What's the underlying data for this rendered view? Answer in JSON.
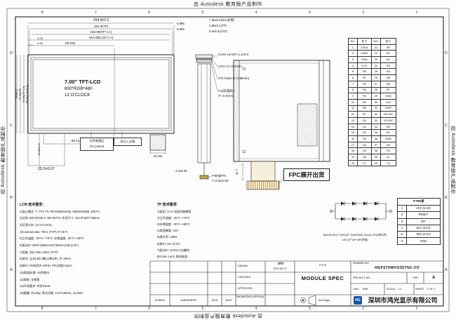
{
  "watermark": {
    "text": "由 Autodesk 教育版产品制作"
  },
  "frame": {
    "cols": [
      "8",
      "7",
      "6",
      "5",
      "4",
      "3",
      "2",
      "1"
    ],
    "rows": [
      "D",
      "C",
      "B",
      "A"
    ]
  },
  "front_view": {
    "title_lines": [
      "7.00\" TFT-LCD",
      "800*RGB*480",
      "12 O'CLOCK"
    ],
    "dim_top_1": "164.9±0.2",
    "dim_top_2": "164.6(TP)",
    "dim_top_3": "156.09(TP V.A)",
    "dim_top_4": "154.08(LCD A.A)",
    "dim_top_5": "83.935",
    "dim_left_rot": [
      "100±0.2",
      "97.56(TP)",
      "93.96(TP V.A)",
      "85.92(LCD A.A)"
    ],
    "dim_tl_1": "4.28",
    "dim_tl_2": "6.18",
    "dim_bottom_1": "68.21±0.5",
    "dim_bottom_2": "25.5±0.07",
    "dim_bottom_3": "23.192",
    "dim_left_bottom": "46.98±0.5",
    "callout_height": [
      "元件限高区",
      "(T≤1.6mm)"
    ],
    "callout_light": "背光入光侧"
  },
  "side_view": {
    "dim_total": "7.85±0.2(3in1总厚)",
    "dim_tp": "1.85±0.1(TP)",
    "dim_lcd": "5.5±0.2(LCD)",
    "dim_a": "6.895",
    "dim_b": "6.805",
    "layer_1": "Cover Lens(T=1.1mm)",
    "layer_2": "LOCA (T=0.2mm)",
    "layer_3": "ITO Glass (T=0.55mm)",
    "layer_4": "0.5(双面胶)",
    "layer_4b": "(T=0.3mm)",
    "fpc_note": [
      "PI补强FPC",
      "T=0.26±0.05"
    ],
    "dim_fpc": "3.3±0.05"
  },
  "back_view": {
    "fpc_label": "FPC展开出货",
    "dim_fpc": "31.7"
  },
  "pin_table": {
    "headers": [
      "NO.",
      "定义",
      "NO.",
      "定义"
    ],
    "rows": [
      [
        "1",
        "LEDA",
        "21",
        "B0"
      ],
      [
        "2",
        "LEDK",
        "22",
        "B1"
      ],
      [
        "3",
        "GND",
        "23",
        "B2"
      ],
      [
        "4",
        "VCC",
        "24",
        "B3"
      ],
      [
        "5",
        "R0",
        "25",
        "B4"
      ],
      [
        "6",
        "R1",
        "26",
        "B5"
      ],
      [
        "7",
        "R2",
        "27",
        "B6"
      ],
      [
        "8",
        "R3",
        "28",
        "B7"
      ],
      [
        "9",
        "R4",
        "29",
        "GND"
      ],
      [
        "10",
        "R5",
        "30",
        "CLK"
      ],
      [
        "11",
        "R6",
        "31",
        "DISP"
      ],
      [
        "12",
        "R7",
        "32",
        "HSYNC"
      ],
      [
        "13",
        "G0",
        "33",
        "VSYNC"
      ],
      [
        "14",
        "G1",
        "34",
        "DE"
      ],
      [
        "15",
        "G2",
        "35",
        "NC"
      ],
      [
        "16",
        "G3",
        "36",
        "GND"
      ],
      [
        "17",
        "G4",
        "37",
        "XR"
      ],
      [
        "18",
        "G5",
        "38",
        "YD"
      ],
      [
        "19",
        "G6",
        "39",
        "XL"
      ],
      [
        "20",
        "G7",
        "40",
        "YU"
      ]
    ]
  },
  "tp_pin_table": {
    "title": "P PIN表",
    "rows": [
      [
        "1",
        "VCC (3.3V)"
      ],
      [
        "2",
        "RESET"
      ],
      [
        "3",
        "INT"
      ],
      [
        "4",
        "SCL (3.3V)"
      ],
      [
        "5",
        "SDA (3.3V)"
      ],
      [
        "6",
        "GND"
      ]
    ]
  },
  "backlight": {
    "line1": "BACKLIGHT CIRCUIT DIAGRAM  20mA LED(2串4并)",
    "line2": "LED 8个/4P=8P(并联)"
  },
  "lcm_notes": {
    "title": "LCM 技术要求:",
    "lines": [
      "1)显示模式: 7\" TFT 7% TRANSMISSIVE, NW/WS0806, 800TH",
      "2)点阵: 800 (RGB) X 480 DOTS; 外形尺寸: 164.9*100*7.85mm",
      "3)可视方向: 12 O'CLOCK",
      "4)Contrast ratio: 700:1 (TYP) AT 25℃",
      "5)工作温度: -20℃~+70℃; 存储温度: -30℃~+80℃",
      "6)驱动IC: EK9716BD3+EK73002ACGB (COF)",
      "7)亮度: 250~300 cd/m2 (TYP)",
      "8)背光: 白光LED 8颗 (2串4并), IF=20mA",
      "9)接口: RGB同步 40PIN, FPC间距0.5mm",
      "10)表面处理: AG防眩光",
      "11)视角: 全视角",
      "12)环保要求: 符合RoHS",
      "13)重量: 约145g; 背光功耗: 3.2V*160mA, 15.5mm"
    ]
  },
  "tp_notes": {
    "title": "TP 技术要求:",
    "lines": [
      "1)类型: G+G 电容式触摸屏",
      "2)工作温度: -20℃~+70℃",
      "3)存储温度: -30℃~+85℃",
      "4)表面硬度: ≥6H",
      "5)透光率: ≥85%",
      "6)接口: I2C (3.3V)",
      "7)驱动IC: GT911 5点触控",
      "8)Cover Lens: 钢化玻璃"
    ]
  },
  "title_block": {
    "rev_headers": [
      "SYMBOL",
      "AMENDMENT",
      "SIGN",
      "DATE"
    ],
    "approvals": [
      {
        "label": "DRAWN",
        "sign": "ww",
        "date": "2021.08.17"
      },
      {
        "label": "CHECKED",
        "sign": "",
        "date": ""
      },
      {
        "label": "APPROVED",
        "sign": "",
        "date": ""
      },
      {
        "label": "ENGINEERING APPROVAL",
        "sign": "",
        "date": ""
      }
    ],
    "title_label": "TITLE",
    "title_value": "MODULE SPEC",
    "drawing_no_label": "DRAWING NO",
    "drawing_no": "HGF070WVO35TN1-VO",
    "project_no_label": "PROJECT NO",
    "ver_label": "VER",
    "ver_value": "A",
    "unit_label": "UNIT",
    "unit_value": "mm",
    "scale_label": "SCALE",
    "scale_value": "1:1",
    "sheet_label": "SHEET",
    "sheet_value": "1 OF 1",
    "angle_label": "3rd Angle",
    "logo_text": "HG",
    "company": "深圳市鸿光显示有限公司"
  },
  "colors": {
    "line": "#2b2b2b",
    "gold": "#c8a24a",
    "logo": "#1457a8"
  }
}
